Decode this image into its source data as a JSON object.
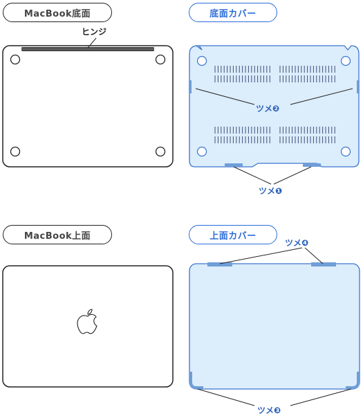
{
  "labels": {
    "bottom_macbook": "MacBook底面",
    "bottom_cover": "底面カバー",
    "top_macbook": "MacBook上面",
    "top_cover": "上面カバー",
    "hinge": "ヒンジ",
    "tab1": "ツメ❶",
    "tab2": "ツメ❷",
    "tab3": "ツメ❸",
    "tab4": "ツメ❹"
  },
  "icons": {
    "logo": "apple-logo-icon"
  },
  "colors": {
    "cover_fill": "#dcedfb",
    "cover_stroke": "#3b74d0",
    "tab_fill": "#6f9ed8",
    "label_blue": "#2b6cd8",
    "outline_dark": "#222222"
  }
}
